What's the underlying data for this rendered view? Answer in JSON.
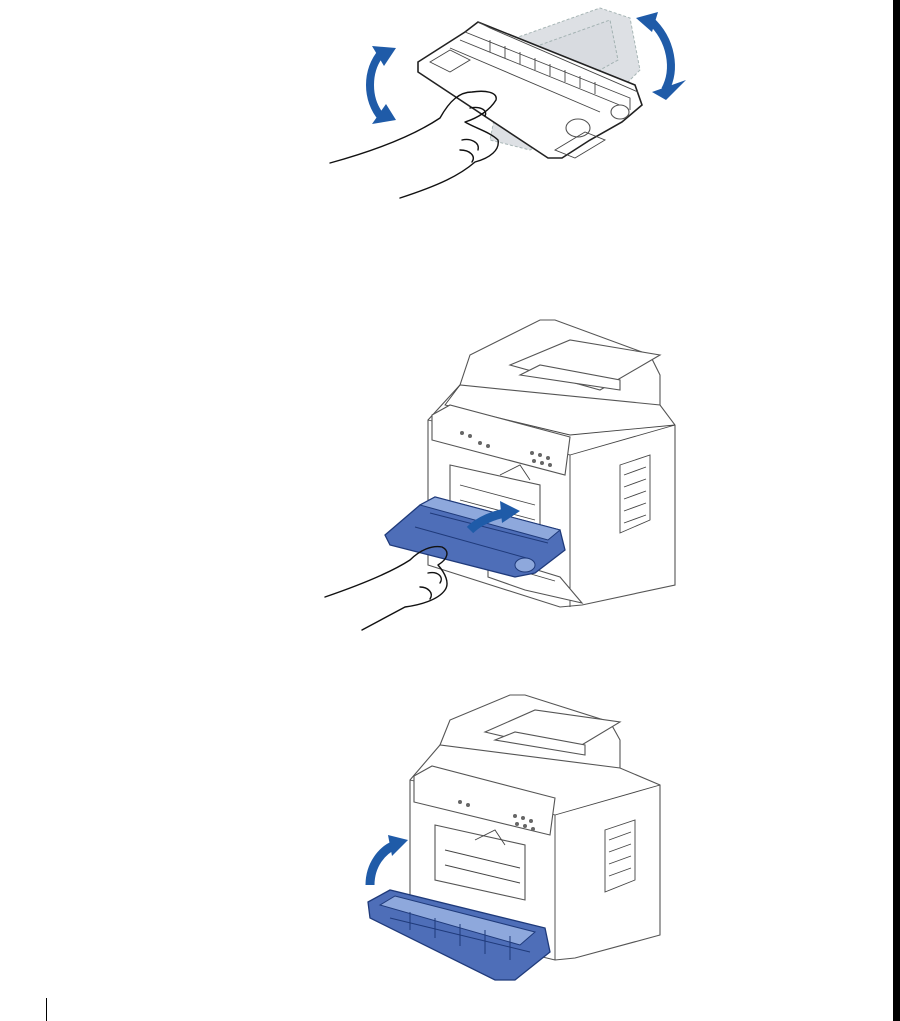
{
  "figures": [
    {
      "id": "fig-shake",
      "icon": "rock-cartridge-illustration"
    },
    {
      "id": "fig-insert",
      "icon": "insert-cartridge-illustration"
    },
    {
      "id": "fig-close",
      "icon": "close-front-cover-illustration"
    }
  ],
  "colors": {
    "accent_blue": "#4e6eb8",
    "arrow_blue": "#1f5ba8",
    "outline": "#555555",
    "page": "#ffffff"
  }
}
